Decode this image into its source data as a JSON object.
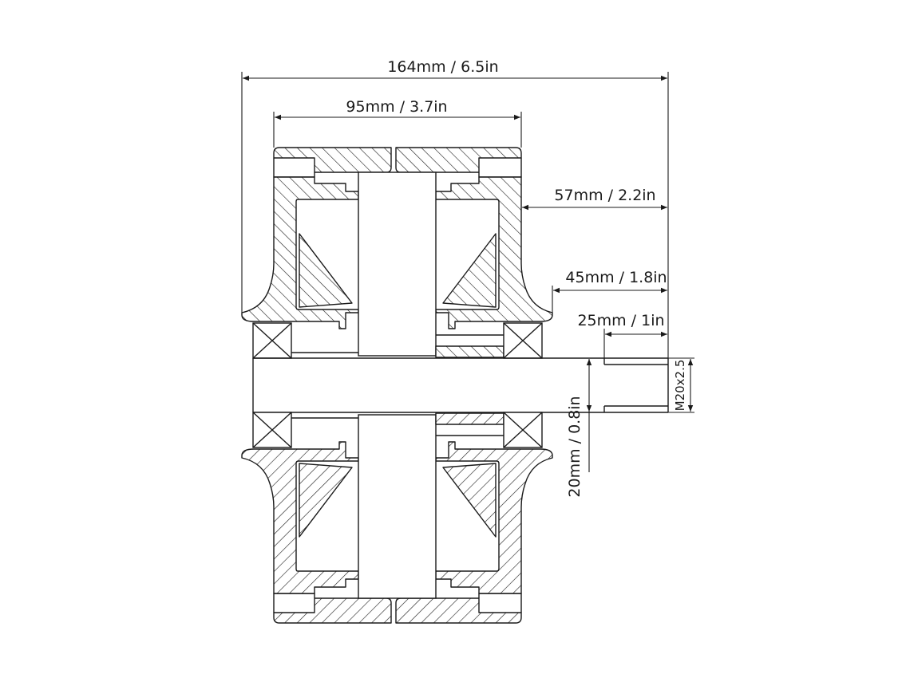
{
  "dimensions": {
    "overall_width": "164mm / 6.5in",
    "hub_width": "95mm / 3.7in",
    "flange_offset": "57mm / 2.2in",
    "bearing_offset": "45mm / 1.8in",
    "axle_stub": "25mm / 1in",
    "axle_diameter": "20mm / 0.8in",
    "thread": "M20x2.5"
  }
}
